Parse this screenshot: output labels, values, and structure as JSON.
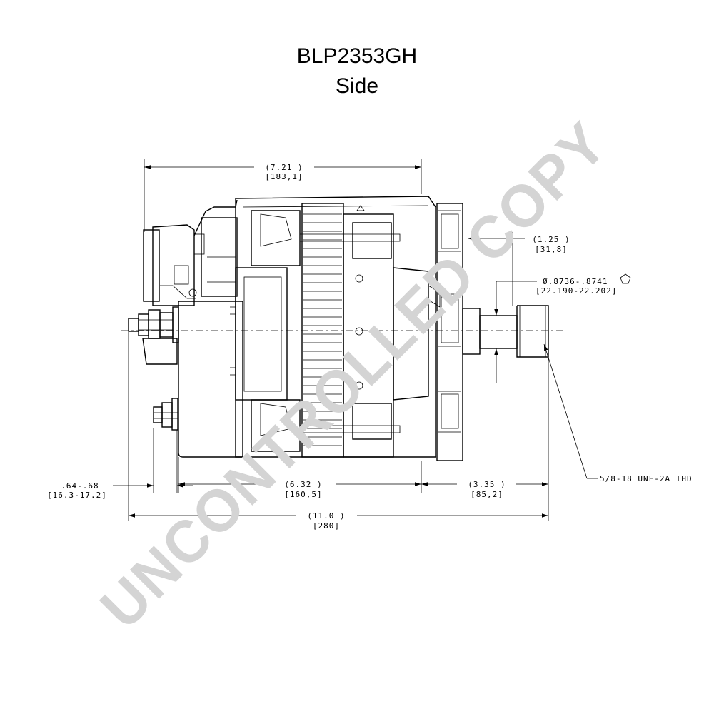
{
  "drawing": {
    "title": "BLP2353GH",
    "subtitle": "Side",
    "watermark": "UNCONTROLLED COPY",
    "colors": {
      "ink": "#000000",
      "watermark": "#d4d4d4",
      "background": "#ffffff"
    }
  },
  "dimensions": {
    "overall_width": {
      "imperial": "(7.21   )",
      "metric": "[183,1]"
    },
    "pulley_offset": {
      "imperial": "(1.25   )",
      "metric": "[31,8]"
    },
    "shaft_diameter": {
      "imperial": "Ø.8736-.8741",
      "metric": "[22.190-22.202]",
      "symbol": "pentagon-datum-icon"
    },
    "terminal_stud": {
      "imperial": ".64-.68",
      "metric": "[16.3-17.2]"
    },
    "body_length": {
      "imperial": "(6.32   )",
      "metric": "[160,5]"
    },
    "shaft_length": {
      "imperial": "(3.35   )",
      "metric": "[85,2]"
    },
    "total_length": {
      "imperial": "(11.0 )",
      "metric": "[280]"
    },
    "thread_callout": {
      "text": "5/8-18 UNF-2A THD"
    }
  }
}
